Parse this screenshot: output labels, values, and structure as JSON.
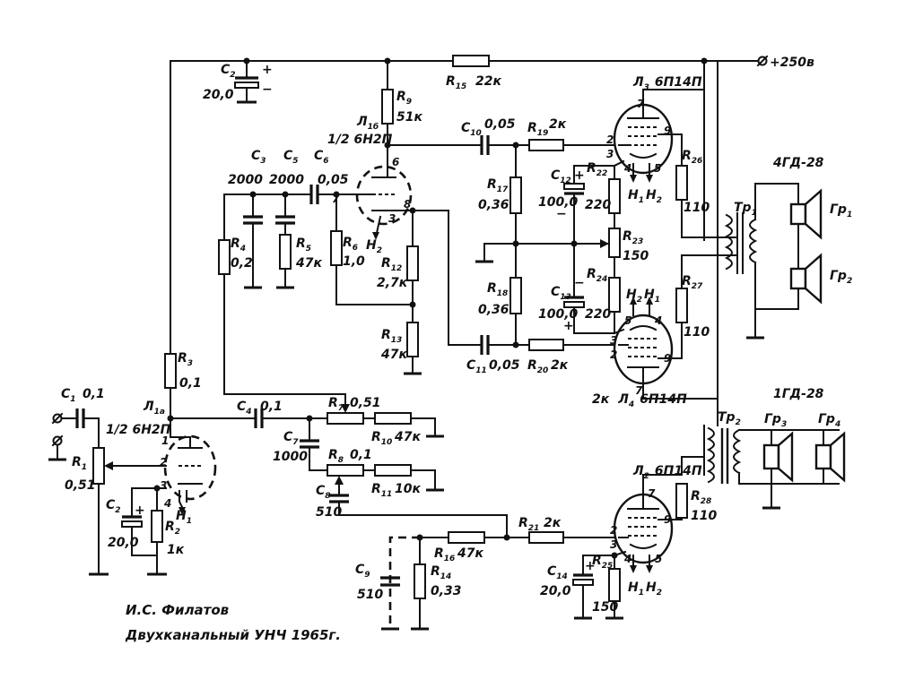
{
  "supply": "+250в",
  "components": {
    "C1": {
      "name": "C",
      "sub": "1",
      "value": "0,1"
    },
    "C2": {
      "name": "C",
      "sub": "2",
      "value": "20,0"
    },
    "C3": {
      "name": "C",
      "sub": "3",
      "value": "2000"
    },
    "C4": {
      "name": "C",
      "sub": "4",
      "value": "0,1"
    },
    "C5": {
      "name": "C",
      "sub": "5",
      "value": "2000"
    },
    "C6": {
      "name": "C",
      "sub": "6",
      "value": "0,05"
    },
    "C7": {
      "name": "C",
      "sub": "7",
      "value": "1000"
    },
    "C8": {
      "name": "C",
      "sub": "8",
      "value": "510"
    },
    "C9": {
      "name": "C",
      "sub": "9",
      "value": "510"
    },
    "C10": {
      "name": "C",
      "sub": "10",
      "value": "0,05"
    },
    "C11": {
      "name": "C",
      "sub": "11",
      "value": "0,05"
    },
    "C12": {
      "name": "C",
      "sub": "12",
      "value": "100,0"
    },
    "C13": {
      "name": "C",
      "sub": "13",
      "value": "100,0"
    },
    "C14": {
      "name": "C",
      "sub": "14",
      "value": "20,0"
    },
    "C2b": {
      "name": "C",
      "sub": "2",
      "value": "20,0"
    },
    "R1": {
      "name": "R",
      "sub": "1",
      "value": "0,51"
    },
    "R2": {
      "name": "R",
      "sub": "2",
      "value": "1к"
    },
    "R3": {
      "name": "R",
      "sub": "3",
      "value": "0,1"
    },
    "R4": {
      "name": "R",
      "sub": "4",
      "value": "0,2"
    },
    "R5": {
      "name": "R",
      "sub": "5",
      "value": "47к"
    },
    "R6": {
      "name": "R",
      "sub": "6",
      "value": "1,0"
    },
    "R7": {
      "name": "R",
      "sub": "7",
      "value": "0,51"
    },
    "R8": {
      "name": "R",
      "sub": "8",
      "value": "0,1"
    },
    "R9": {
      "name": "R",
      "sub": "9",
      "value": "51к"
    },
    "R10": {
      "name": "R",
      "sub": "10",
      "value": "47к"
    },
    "R11": {
      "name": "R",
      "sub": "11",
      "value": "10к"
    },
    "R12": {
      "name": "R",
      "sub": "12",
      "value": "2,7к"
    },
    "R13": {
      "name": "R",
      "sub": "13",
      "value": "47к"
    },
    "R14": {
      "name": "R",
      "sub": "14",
      "value": "0,33"
    },
    "R15": {
      "name": "R",
      "sub": "15",
      "value": "22к"
    },
    "R16": {
      "name": "R",
      "sub": "16",
      "value": "47к"
    },
    "R17": {
      "name": "R",
      "sub": "17",
      "value": "0,36"
    },
    "R18": {
      "name": "R",
      "sub": "18",
      "value": "0,36"
    },
    "R19": {
      "name": "R",
      "sub": "19",
      "value": "2к"
    },
    "R20": {
      "name": "R",
      "sub": "20",
      "value": "2к"
    },
    "R21": {
      "name": "R",
      "sub": "21",
      "value": "2к"
    },
    "R22": {
      "name": "R",
      "sub": "22",
      "value": "220"
    },
    "R23": {
      "name": "R",
      "sub": "23",
      "value": "150"
    },
    "R24": {
      "name": "R",
      "sub": "24",
      "value": "220"
    },
    "R25": {
      "name": "R",
      "sub": "25",
      "value": "150"
    },
    "R26": {
      "name": "R",
      "sub": "26",
      "value": "110"
    },
    "R27": {
      "name": "R",
      "sub": "27",
      "value": "110"
    },
    "R28": {
      "name": "R",
      "sub": "28",
      "value": "110"
    }
  },
  "tubes": {
    "L1a": {
      "name": "Л",
      "sub": "1а",
      "type": "1/2  6Н2П"
    },
    "L1b": {
      "name": "Л",
      "sub": "1б",
      "type": "1/2  6Н2П"
    },
    "L2": {
      "name": "Л",
      "sub": "2",
      "type": "6П14П"
    },
    "L3": {
      "name": "Л",
      "sub": "3",
      "type": "6П14П"
    },
    "L4": {
      "name": "Л",
      "sub": "4",
      "type": "6П14П"
    },
    "L4_prefix": "2к"
  },
  "heater": {
    "h1": "Н",
    "h1sub": "1",
    "h2": "Н",
    "h2sub": "2"
  },
  "transformers": {
    "Tp1": {
      "name": "Тр",
      "sub": "1"
    },
    "Tp2": {
      "name": "Тр",
      "sub": "2"
    }
  },
  "speakers": {
    "group1": "4ГД-28",
    "group2": "1ГД-28",
    "Gr1": {
      "name": "Гр",
      "sub": "1"
    },
    "Gr2": {
      "name": "Гр",
      "sub": "2"
    },
    "Gr3": {
      "name": "Гр",
      "sub": "3"
    },
    "Gr4": {
      "name": "Гр",
      "sub": "4"
    }
  },
  "pins": {
    "p1": "1",
    "p2": "2",
    "p3": "3",
    "p4": "4",
    "p5": "5",
    "p6": "6",
    "p7": "7",
    "p8": "8",
    "p9": "9"
  },
  "caption": {
    "author": "И.С. Филатов",
    "title": "Двухканальный УНЧ 1965г."
  }
}
